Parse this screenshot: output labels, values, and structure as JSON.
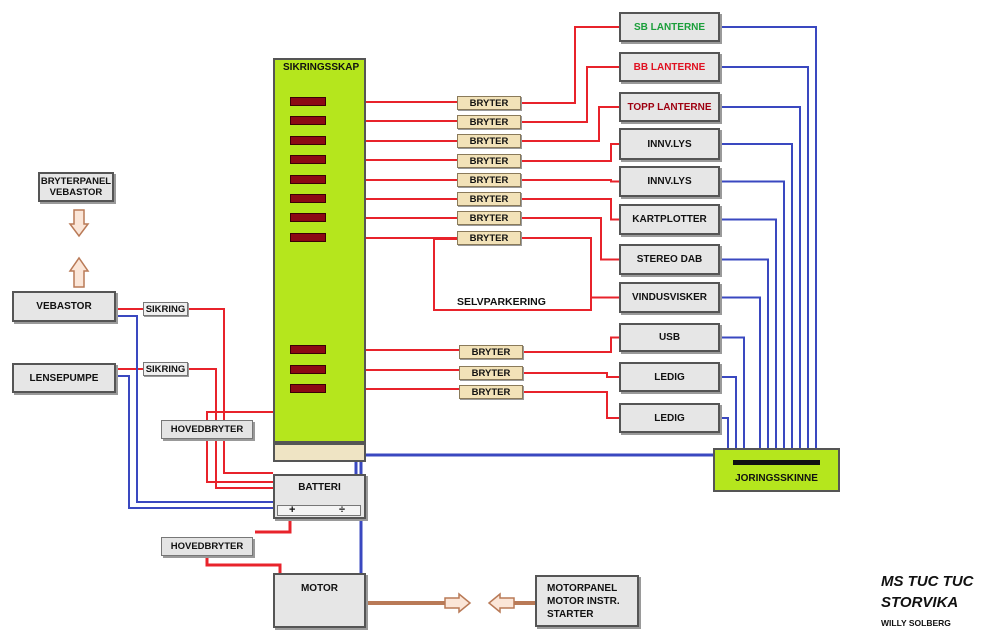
{
  "labels": {
    "sikringsskap": "SIKRINGSSKAP",
    "bryterpanel": "BRYTERPANEL\nVEBASTOR",
    "vebastor": "VEBASTOR",
    "lensepumpe": "LENSEPUMPE",
    "sikring": "SIKRING",
    "hovedbryter": "HOVEDBRYTER",
    "batteri": "BATTERI",
    "batt_plus": "+",
    "batt_minus": "÷",
    "motor": "MOTOR",
    "motorpanel": "MOTORPANEL\nMOTOR INSTR.\nSTARTER",
    "selvparkering": "SELVPARKERING",
    "joringsskinne": "JORINGSSKINNE",
    "bryter": "BRYTER"
  },
  "devices": [
    {
      "name": "SB LANTERNE",
      "color": "#1a9e3a"
    },
    {
      "name": "BB LANTERNE",
      "color": "#e01020"
    },
    {
      "name": "TOPP LANTERNE",
      "color": "#9e0010"
    },
    {
      "name": "INNV.LYS",
      "color": "#111111"
    },
    {
      "name": "INNV.LYS",
      "color": "#111111"
    },
    {
      "name": "KARTPLOTTER",
      "color": "#111111"
    },
    {
      "name": "STEREO DAB",
      "color": "#111111"
    },
    {
      "name": "VINDUSVISKER",
      "color": "#111111"
    },
    {
      "name": "USB",
      "color": "#111111"
    },
    {
      "name": "LEDIG",
      "color": "#111111"
    },
    {
      "name": "LEDIG",
      "color": "#111111"
    }
  ],
  "brand": {
    "line1": "MS   TUC TUC",
    "line2": "STORVIKA",
    "author": "WILLY SOLBERG"
  },
  "colors": {
    "positive_wire": "#e8232b",
    "ground_wire": "#3a48c0",
    "cable": "#b97a57",
    "panel": "#b5e61d"
  }
}
